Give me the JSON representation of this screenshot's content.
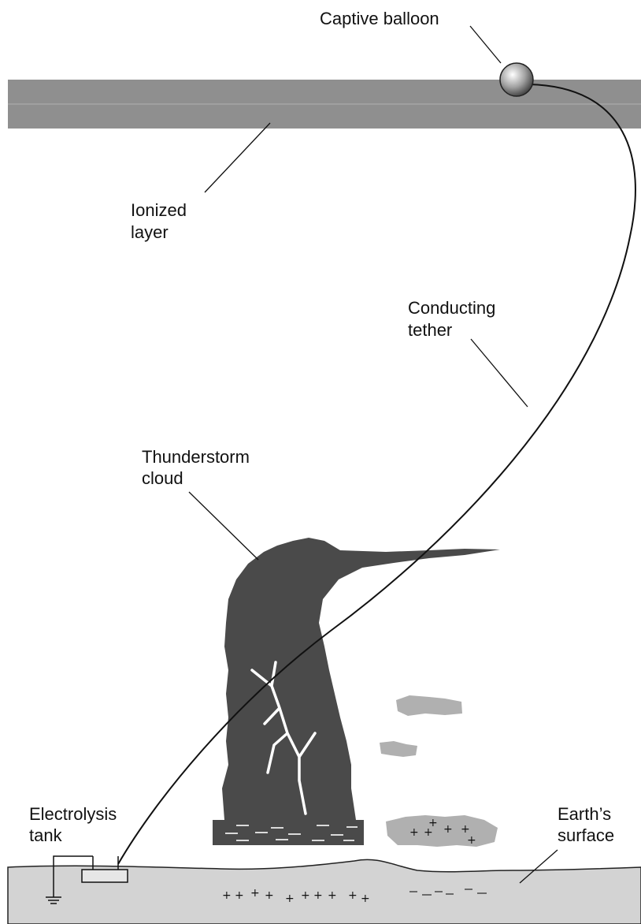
{
  "labels": {
    "captive_balloon": "Captive balloon",
    "ionized_layer": [
      "Ionized",
      "layer"
    ],
    "conducting_tether": [
      "Conducting",
      "tether"
    ],
    "thunderstorm_cloud": [
      "Thunderstorm",
      "cloud"
    ],
    "electrolysis_tank": [
      "Electrolysis",
      "tank"
    ],
    "earths_surface": [
      "Earth’s",
      "surface"
    ]
  },
  "charge_signs": {
    "positive": "+",
    "negative": "−"
  },
  "colors": {
    "ionized_layer": "#8f8f8f",
    "ground": "#d3d3d3",
    "cloud": "#4a4a4a",
    "small_clouds": "#b0b0b0",
    "lightning": "#ffffff",
    "tether": "#111111"
  }
}
